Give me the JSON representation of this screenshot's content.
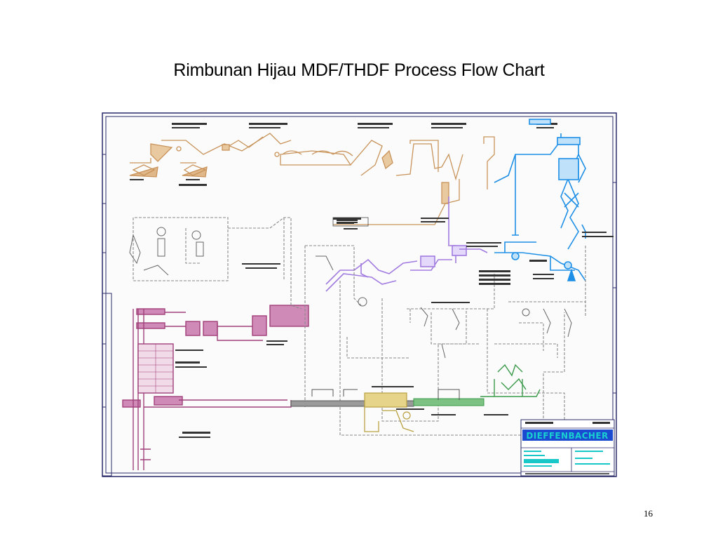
{
  "slide": {
    "title": "Rimbunan Hijau MDF/THDF Process Flow Chart",
    "page_number": "16"
  },
  "drawing": {
    "brand_logo": "DIEFFENBACHER",
    "colors": {
      "frame": "#2a2a6a",
      "chip_preparation": "#c8935a",
      "drying": "#1e8fe6",
      "resin": "#a17be0",
      "forming": "#a0407a",
      "pipes": "#8a8a8a",
      "cooling": "#3a9a4a",
      "press": "#b8a040",
      "title_block": "#1a4ad0",
      "title_block_text": "#18c8c8"
    }
  }
}
